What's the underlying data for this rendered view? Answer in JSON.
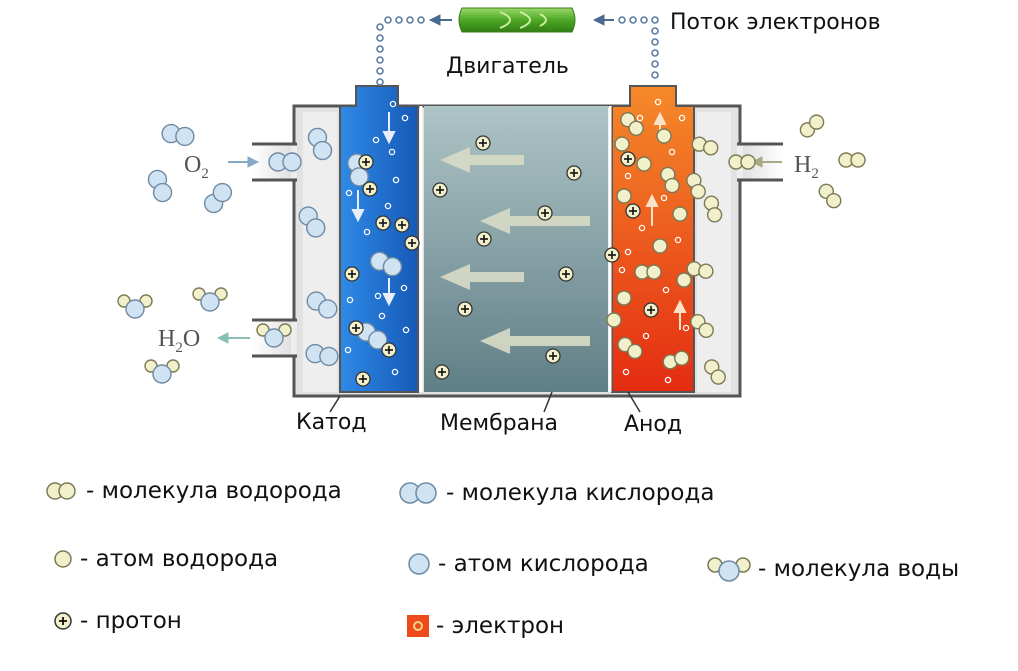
{
  "labels": {
    "electron_flow": "Поток электронов",
    "motor": "Двигатель",
    "cathode": "Катод",
    "membrane": "Мембрана",
    "anode": "Анод",
    "o2": "O",
    "o2_sub": "2",
    "h2": "H",
    "h2_sub": "2",
    "h2o_h": "H",
    "h2o_sub": "2",
    "h2o_o": "O"
  },
  "legend": {
    "hydrogen_molecule": "- молекула водорода",
    "oxygen_molecule": "- молекула кислорода",
    "hydrogen_atom": "- атом водорода",
    "oxygen_atom": "- атом кислорода",
    "water_molecule": "- молекула воды",
    "proton": "- протон",
    "electron": "- электрон"
  },
  "colors": {
    "cathode": "#1e6fd0",
    "anode": "#ee4a1a",
    "membrane": "#7f9ea3",
    "motor": "#5cb82e",
    "hydrogen": "#f2efcb",
    "oxygen": "#cfe3f3",
    "electron": "#f4a51f"
  }
}
